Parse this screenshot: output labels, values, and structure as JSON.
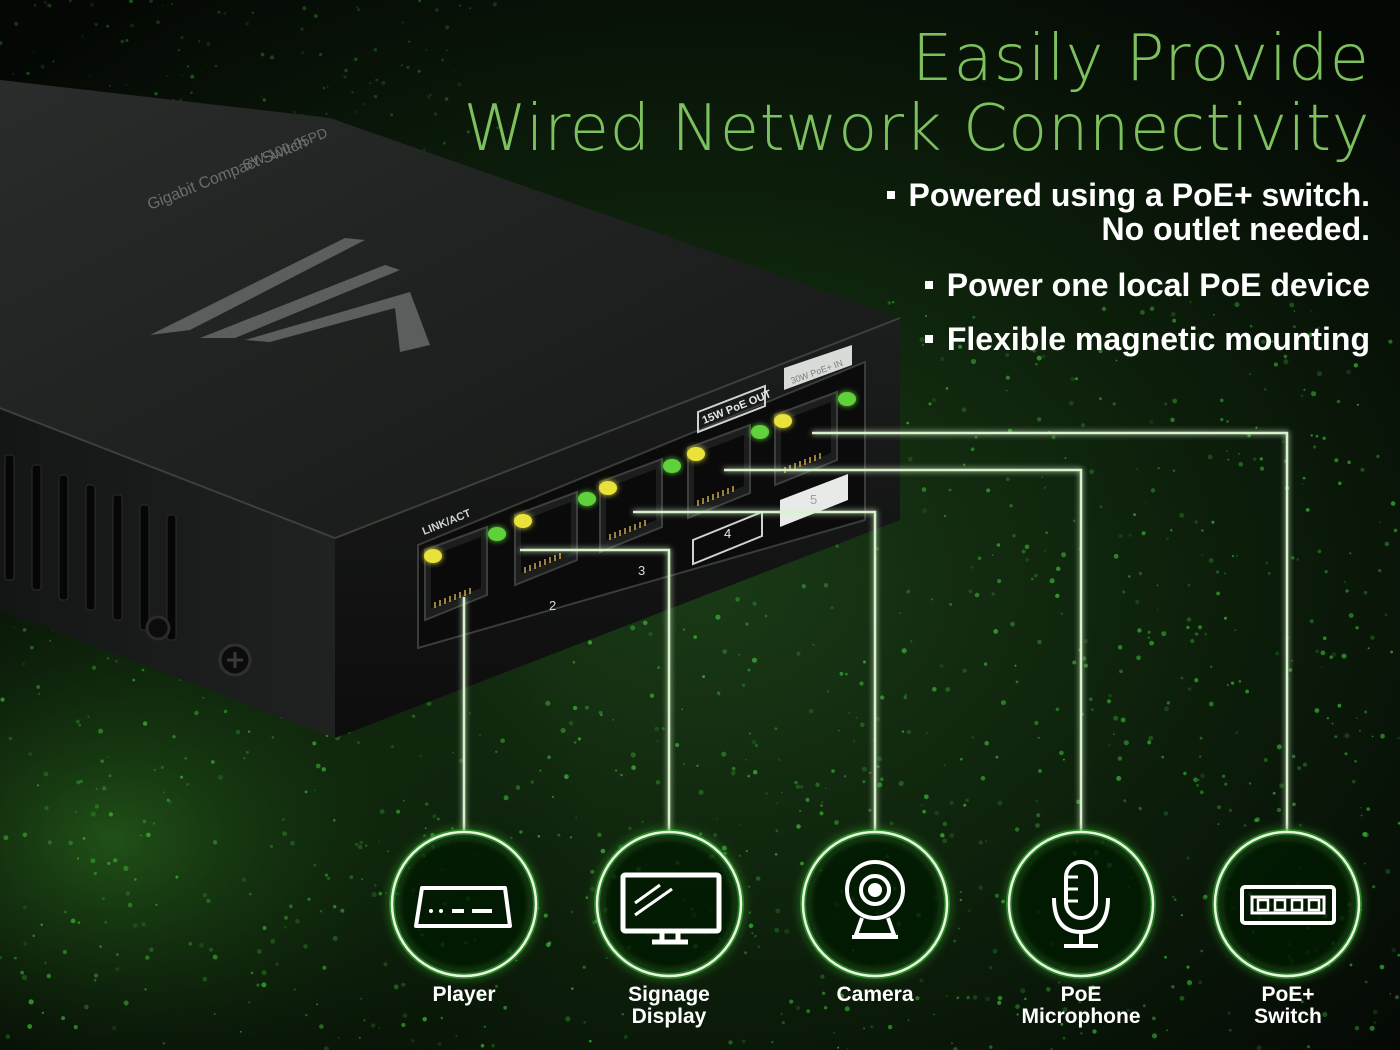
{
  "headline": {
    "line1": "Easily Provide",
    "line2": "Wired Network Connectivity"
  },
  "bullets": [
    {
      "line1": "Powered using a PoE+ switch.",
      "line2": "No outlet needed."
    },
    {
      "line1": "Power one local PoE device",
      "line2": ""
    },
    {
      "line1": "Flexible magnetic mounting",
      "line2": ""
    }
  ],
  "switch_markings": {
    "model": "SW-100-05PD",
    "product": "Gigabit Compact Switch",
    "link_act": "LINK/ACT",
    "poe_out": "15W PoE OUT",
    "poe_in": "30W PoE+ IN",
    "port_numbers": [
      "2",
      "3",
      "4",
      "5"
    ]
  },
  "devices": [
    {
      "icon": "player-icon",
      "line1": "Player",
      "line2": ""
    },
    {
      "icon": "signage-display-icon",
      "line1": "Signage",
      "line2": "Display"
    },
    {
      "icon": "camera-icon",
      "line1": "Camera",
      "line2": ""
    },
    {
      "icon": "poe-microphone-icon",
      "line1": "PoE",
      "line2": "Microphone"
    },
    {
      "icon": "poe-switch-icon",
      "line1": "PoE+",
      "line2": "Switch"
    }
  ],
  "colors": {
    "accent_green": "#7cc15d",
    "glow_green": "#3fc23a",
    "led_green": "#5ed13b",
    "led_yellow": "#e8e23a",
    "background": "#050805",
    "text": "#ffffff"
  }
}
